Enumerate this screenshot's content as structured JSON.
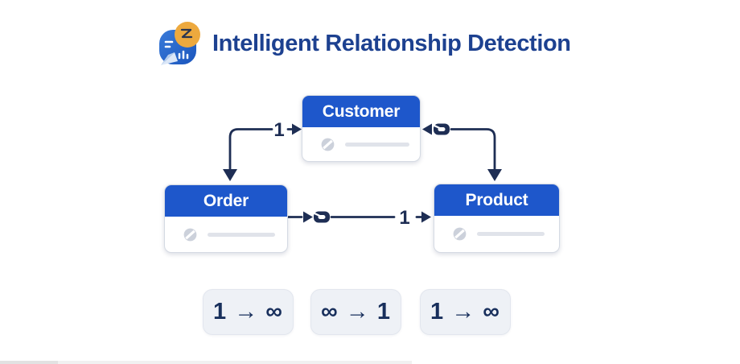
{
  "header": {
    "title": "Intelligent Relationship Detection",
    "icon": "ai-chat-spark-icon"
  },
  "diagram": {
    "entities": [
      {
        "id": "customer",
        "name": "Customer"
      },
      {
        "id": "order",
        "name": "Order"
      },
      {
        "id": "product",
        "name": "Product"
      }
    ],
    "connectors": [
      {
        "from": "Customer",
        "to": "Order",
        "label": "1",
        "icon": ""
      },
      {
        "from": "Customer",
        "to": "Product",
        "label": "",
        "icon": "chain-link"
      },
      {
        "from": "Order",
        "to": "Product",
        "label": "1",
        "icon": "chain-link"
      }
    ]
  },
  "cardinality_badges": [
    "1 → ∞",
    "∞ → 1",
    "1 → ∞"
  ],
  "colors": {
    "entity_header_blue": "#1e57cb",
    "connector_navy": "#1e2e54",
    "title_blue": "#1d4190",
    "badge_bg": "#eef1f6",
    "badge_text": "#182f5c"
  }
}
